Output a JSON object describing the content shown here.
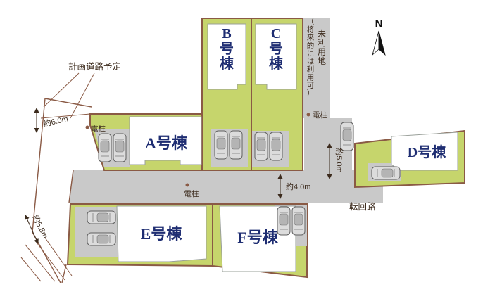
{
  "colors": {
    "lot-green": "#c6d56c",
    "road-gray": "#c9c9c9",
    "line-brown": "#8a5a45",
    "label-navy": "#1e2d72",
    "text-dark": "#3c2b1d",
    "car-body": "#dcdcdc",
    "car-roof": "#b4b4b4"
  },
  "compass": {
    "north_label": "N"
  },
  "buildings": {
    "a": "A号棟",
    "b": "B号棟",
    "c": "C号棟",
    "d": "D号棟",
    "e": "E号棟",
    "f": "F号棟"
  },
  "labels": {
    "planned_road": "計画道路予定",
    "power_pole": "電柱",
    "unused_land_main": "未利用地",
    "unused_land_sub": "（将来的には利用可）",
    "turnaround": "転回路"
  },
  "dimensions": {
    "west_road_width": "約6.0m",
    "southwest_road_width": "約5.8m",
    "east_road_width": "約5.0m",
    "center_road_width": "約4.0m"
  }
}
